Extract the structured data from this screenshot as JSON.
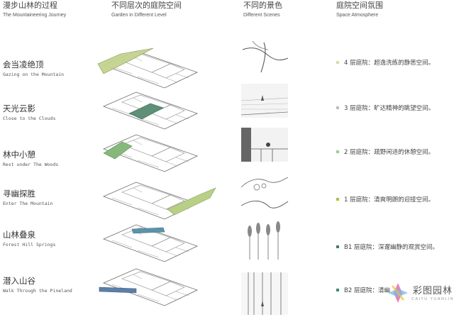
{
  "headers": [
    {
      "cn": "漫步山林的过程",
      "en": "The Mountaineering Journey"
    },
    {
      "cn": "不同层次的庭院空间",
      "en": "Garden in Different Level"
    },
    {
      "cn": "不同的景色",
      "en": "Different Scenes"
    },
    {
      "cn": "庭院空间氛围",
      "en": "Space Atmosphere"
    }
  ],
  "levels": [
    {
      "cn": "会当凌绝顶",
      "en": "Gazing on the Mountain",
      "atmosphere": "4 层庭院：超逸洗练的静思空间。",
      "color": "#cfe0a3",
      "court_color": "#b9c98b"
    },
    {
      "cn": "天光云影",
      "en": "Close to the Clouds",
      "atmosphere": "3 层庭院：旷达精神的眺望空间。",
      "color": "#b4c0ba",
      "court_color": "#5f8f77"
    },
    {
      "cn": "林中小憩",
      "en": "Rest under The Woods",
      "atmosphere": "2 层庭院：疏野闲适的休憩空间。",
      "color": "#99cc99",
      "court_color": "#86b87c"
    },
    {
      "cn": "寻幽探胜",
      "en": "Enter The Mountain",
      "atmosphere": "1 层庭院：清爽明朗的迎接空间。",
      "color": "#a8c43b",
      "court_color": "#b7cf86"
    },
    {
      "cn": "山林叠泉",
      "en": "Forest Hill Springs",
      "atmosphere": "B1 层庭院：深邃幽静的观赏空间。",
      "color": "#3d7f69",
      "court_color": "#5b93a9"
    },
    {
      "cn": "潜入山谷",
      "en": "Walk Through the Pineland",
      "atmosphere": "B2 层庭院：清幽",
      "color": "#3e8c6e",
      "court_color": "#5b7fa9"
    }
  ],
  "watermark": {
    "text": "彩图园林",
    "sub": "CAITU YUANLIN"
  }
}
